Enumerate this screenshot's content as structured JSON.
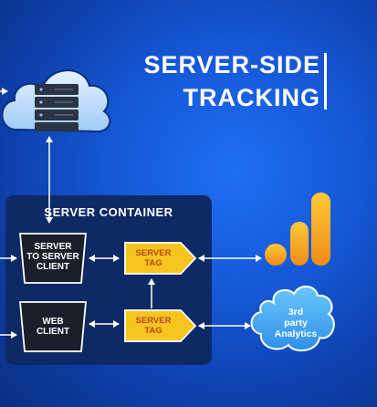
{
  "title": {
    "line1": "SERVER-SIDE",
    "line2": "TRACKING"
  },
  "container": {
    "label": "SERVER CONTAINER"
  },
  "clients": [
    {
      "label": "SERVER\nTO SERVER\nCLIENT"
    },
    {
      "label": "WEB\nCLIENT"
    }
  ],
  "tags": [
    {
      "label": "SERVER\nTAG"
    },
    {
      "label": "SERVER\nTAG"
    }
  ],
  "analytics": {
    "label": "3rd\nparty\nAnalytics"
  },
  "icons": {
    "cloud_server": "cloud-server-icon",
    "analytics_chart": "bar-chart-icon",
    "cloud_badge": "cloud-icon"
  },
  "colors": {
    "background": "#1557d6",
    "container": "#0e2a66",
    "tag_fill": "#f7c51e",
    "tag_text": "#b3471f",
    "chart_orange": "#f5a623",
    "cloud_fill": "#cfe6ff",
    "analytics_cloud": "#4fb6ff"
  }
}
